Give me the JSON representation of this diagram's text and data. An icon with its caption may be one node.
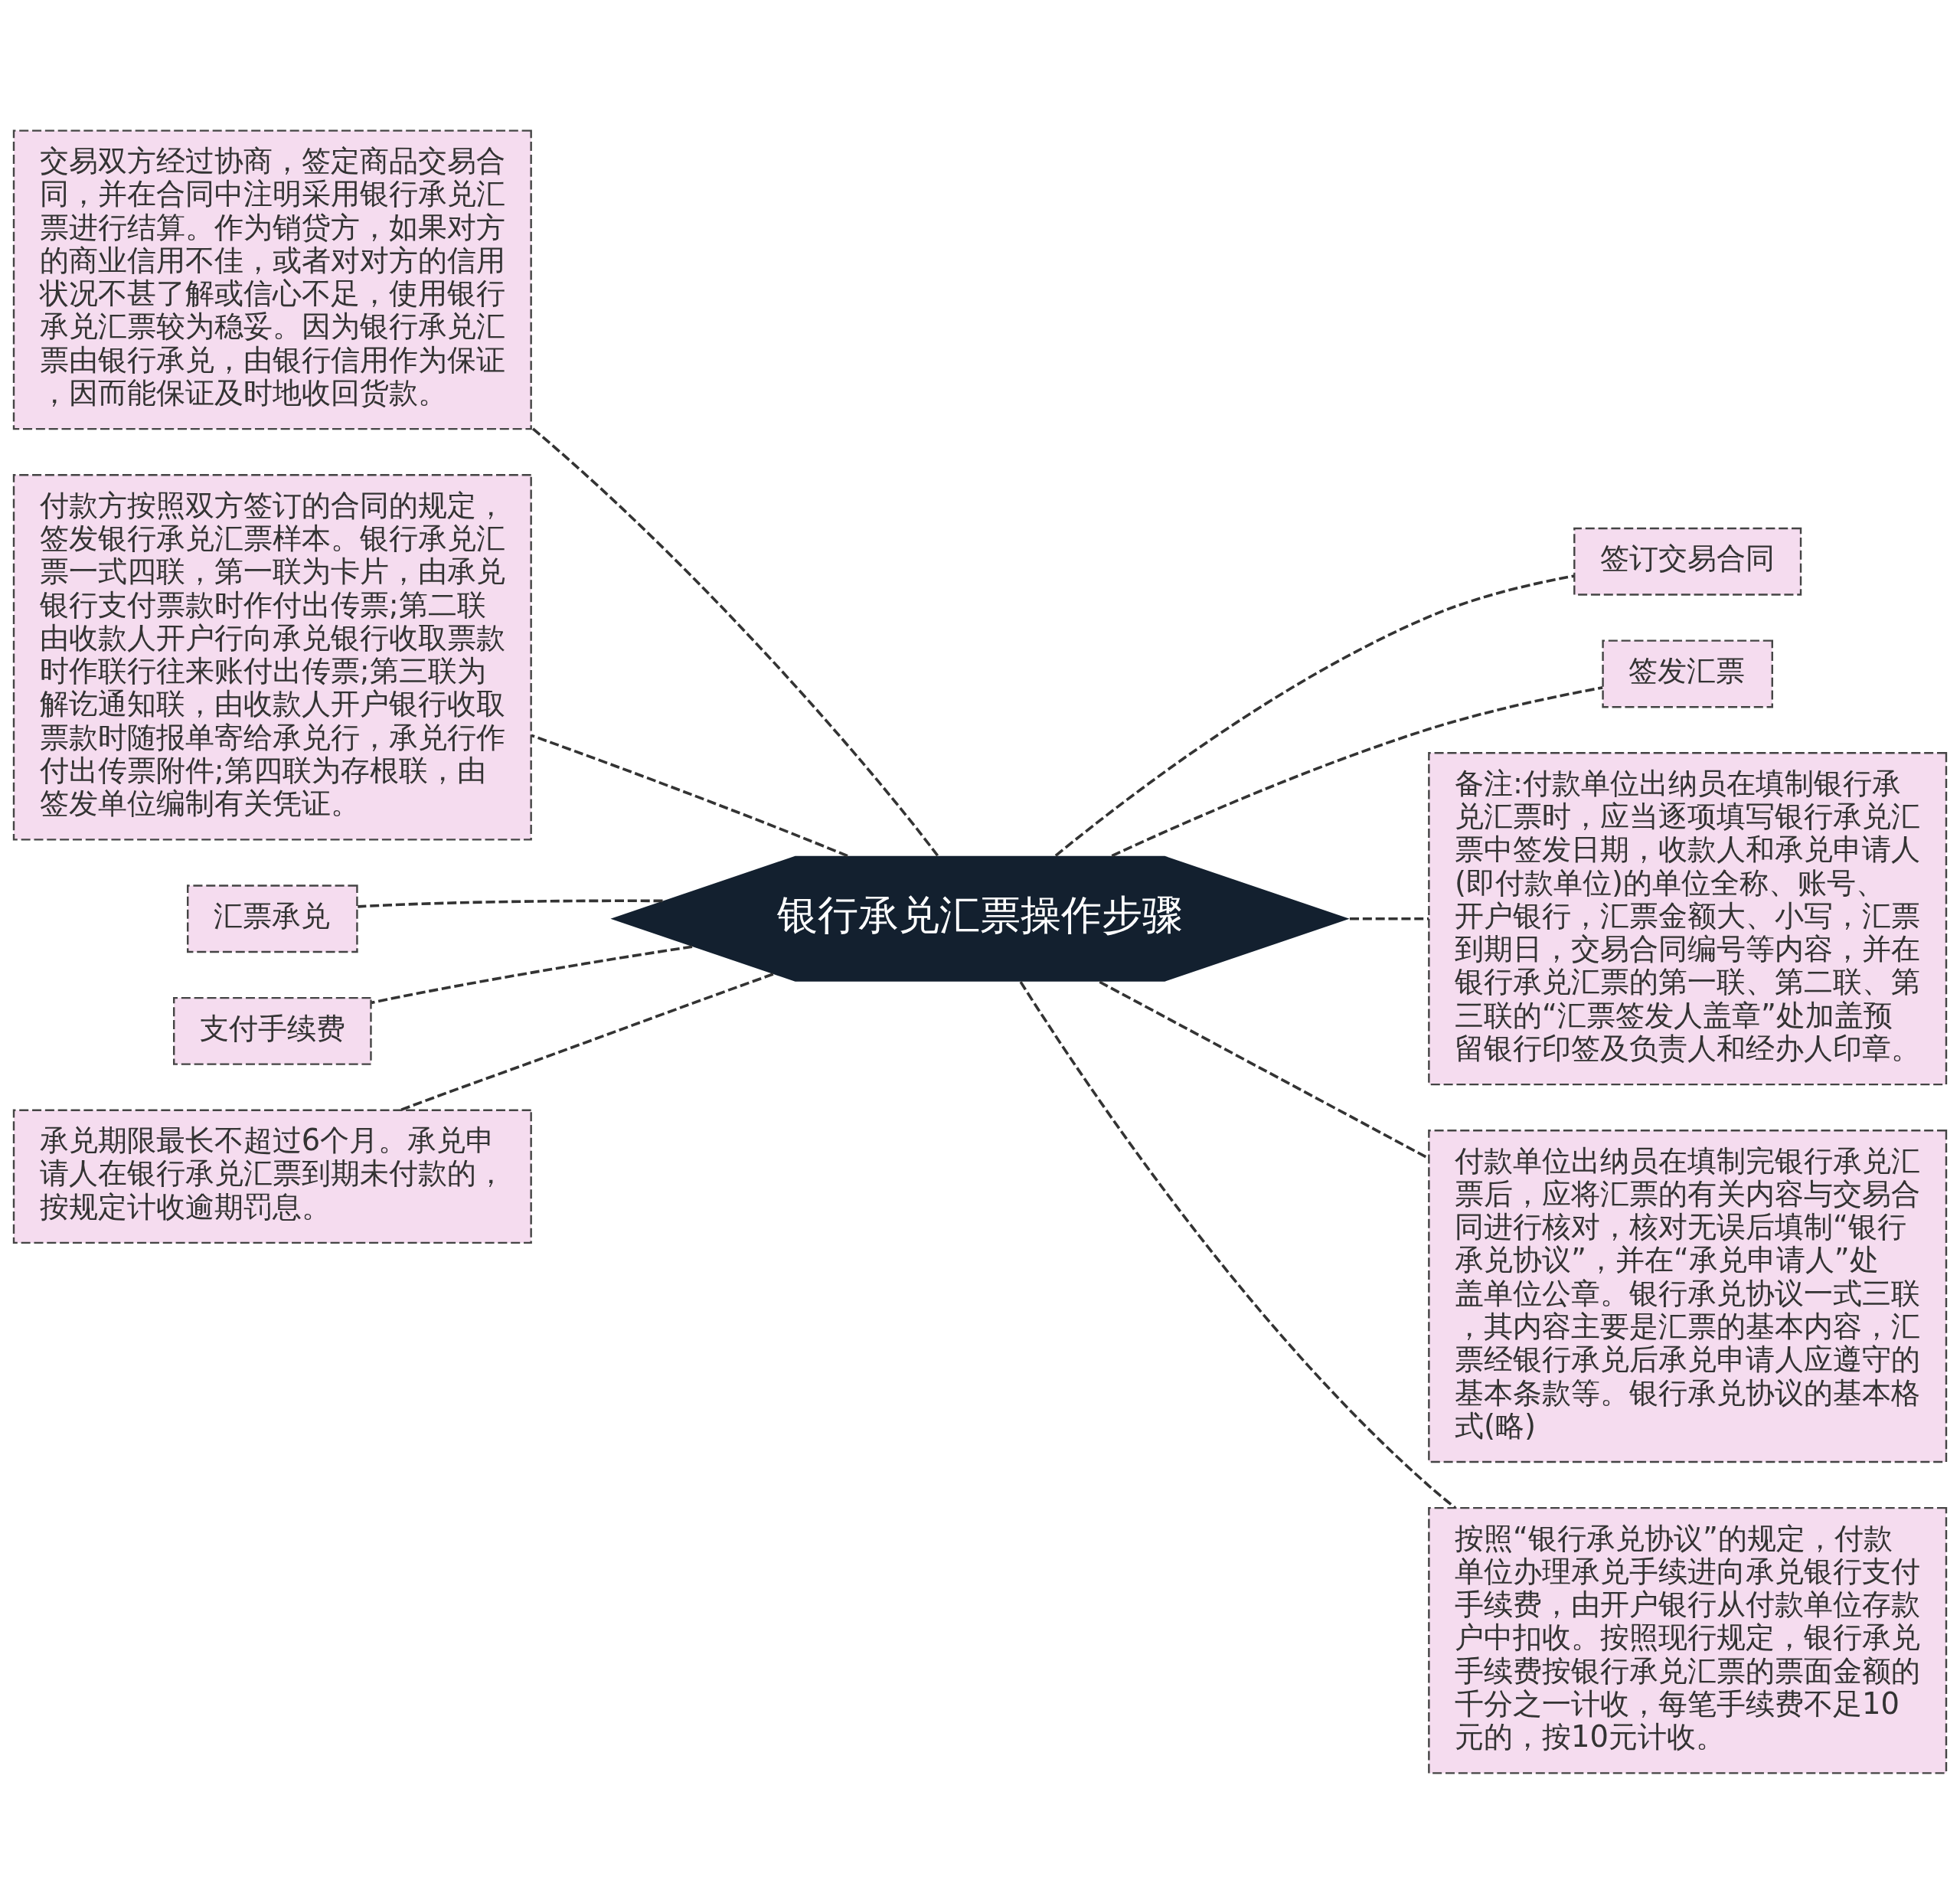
{
  "diagram": {
    "nodes": [
      {
        "text": [
          "银行承兑汇票操作步骤"
        ]
      },
      {
        "text": [
          "交易双方经过协商，签定商品交易合同，并在合同中注明采用银行承兑汇票进行结算。作为销贷方，如果对方的商业信用不佳，或者对对方的信用状况不甚了解或信心不足，使用银行承兑汇票较为稳妥。因为银行承兑汇票由银行承兑，由银行信用作为保证，因而能保证及时地收回货款。"
        ]
      },
      {
        "text": [
          "付款方按照双方签订的合同的规定，签发银行承兑汇票样本。银行承兑汇票一式四联，第一联为卡片，由承兑银行支付票款时作付出传票;第二联由收款人开户行向承兑银行收取票款时作联行往来账付出传票;第三联为解讫通知联，由收款人开户银行收取票款时随报单寄给承兑行，承兑行作付出传票附件;第四联为存根联，由签发单位编制有关凭证。"
        ]
      },
      {
        "text": [
          "汇票承兑"
        ]
      },
      {
        "text": [
          "支付手续费"
        ]
      },
      {
        "text": [
          "承兑期限最长不超过6个月。承兑申请人在银行承兑汇票到期未付款的，按规定计收逾期罚息。"
        ]
      },
      {
        "text": [
          "签订交易合同"
        ]
      },
      {
        "text": [
          "签发汇票"
        ]
      },
      {
        "text": [
          "备注:付款单位出纳员在填制银行承兑汇票时，应当逐项填写银行承兑汇票中签发日期，收款人和承兑申请人(即付款单位)的单位全称、账号、开户银行，汇票金额大、小写，汇票到期日，交易合同编号等内容，并在银行承兑汇票的第一联、第二联、第三联的“汇票签发人盖章”处加盖预留银行印签及负责人和经办人印章。"
        ]
      },
      {
        "text": [
          "付款单位出纳员在填制完银行承兑汇票后，应将汇票的有关内容与交易合同进行核对，核对无误后填制“银行承兑协议”，并在“承兑申请人”处盖单位公章。银行承兑协议一式三联，其内容主要是汇票的基本内容，汇票经银行承兑后承兑申请人应遵守的基本条款等。银行承兑协议的基本格式(略)"
        ]
      },
      {
        "text": [
          "按照“银行承兑协议”的规定，付款单位办理承兑手续进向承兑银行支付手续费，由开户银行从付款单位存款户中扣收。按照现行规定，银行承兑手续费按银行承兑汇票的票面金额的千分之一计收，每笔手续费不足10元的，按10元计收。"
        ]
      }
    ],
    "edges": [
      {
        "from": 0,
        "to": 1,
        "arrow": "none"
      },
      {
        "from": 0,
        "to": 2,
        "arrow": "none"
      },
      {
        "from": 0,
        "to": 3,
        "arrow": "none"
      },
      {
        "from": 0,
        "to": 4,
        "arrow": "none"
      },
      {
        "from": 0,
        "to": 5,
        "arrow": "none"
      },
      {
        "from": 0,
        "to": 6,
        "arrow": "none"
      },
      {
        "from": 0,
        "to": 7,
        "arrow": "none"
      },
      {
        "from": 0,
        "to": 8,
        "arrow": "none"
      },
      {
        "from": 0,
        "to": 9,
        "arrow": "none"
      },
      {
        "from": 0,
        "to": 10,
        "arrow": "none"
      }
    ]
  }
}
